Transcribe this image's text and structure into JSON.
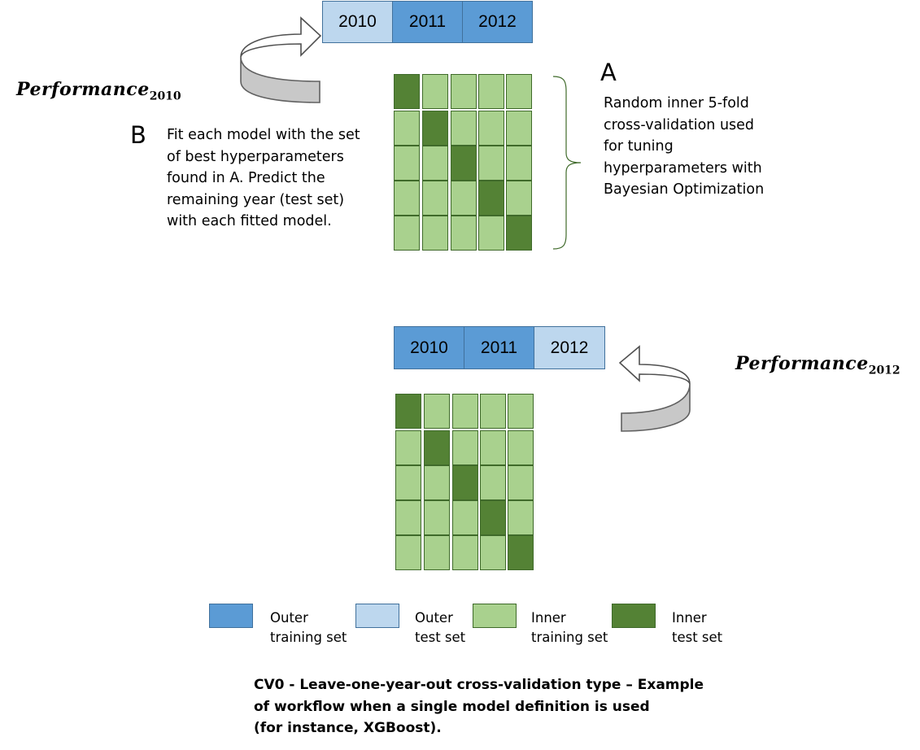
{
  "colors": {
    "outer_training": "#5b9bd5",
    "outer_test": "#bdd7ee",
    "inner_training": "#a9d18e",
    "inner_test": "#548235",
    "border_blue": "#41719c",
    "border_green": "#3f6a2a",
    "arrow_fill": "#d0d0d0"
  },
  "top": {
    "years": [
      {
        "label": "2010",
        "role": "outer_test"
      },
      {
        "label": "2011",
        "role": "outer_training"
      },
      {
        "label": "2012",
        "role": "outer_training"
      }
    ],
    "performance": {
      "base": "Performance",
      "subscript": "2010"
    }
  },
  "bottom": {
    "years": [
      {
        "label": "2010",
        "role": "outer_training"
      },
      {
        "label": "2011",
        "role": "outer_training"
      },
      {
        "label": "2012",
        "role": "outer_test"
      }
    ],
    "performance": {
      "base": "Performance",
      "subscript": "2012"
    }
  },
  "panel_a": {
    "letter": "A",
    "lines": [
      "Random inner 5-fold",
      "cross-validation used",
      "for tuning",
      "hyperparameters with",
      "Bayesian Optimization"
    ]
  },
  "panel_b": {
    "letter": "B",
    "lines": [
      "Fit each model with the set",
      "of best hyperparameters",
      "found in A. Predict the",
      "remaining year (test set)",
      "with each fitted model."
    ]
  },
  "legend": [
    {
      "line1": "Outer",
      "line2": "training set",
      "role": "outer_training"
    },
    {
      "line1": "Outer",
      "line2": "test set",
      "role": "outer_test"
    },
    {
      "line1": "Inner",
      "line2": "training set",
      "role": "inner_training"
    },
    {
      "line1": "Inner",
      "line2": "test set",
      "role": "inner_test"
    }
  ],
  "caption": {
    "lines": [
      "CV0 - Leave-one-year-out cross-validation type – Example",
      "of workflow when a single model definition is used",
      "(for instance, XGBoost)."
    ]
  }
}
